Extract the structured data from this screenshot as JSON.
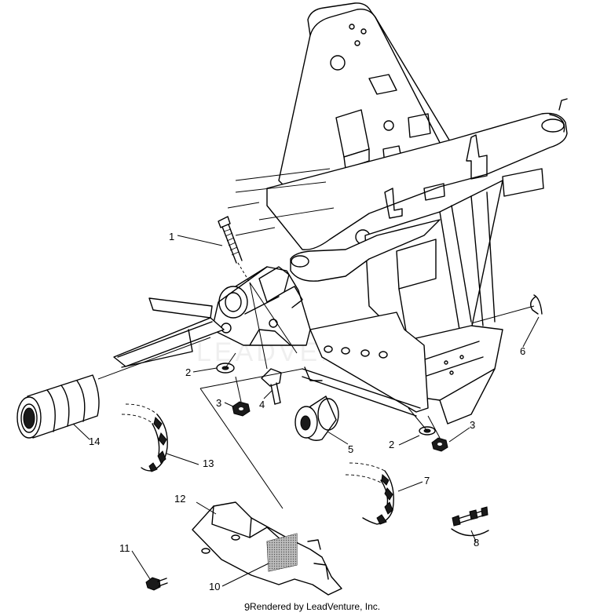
{
  "diagram": {
    "callouts": [
      "1",
      "2",
      "2",
      "3",
      "3",
      "4",
      "5",
      "6",
      "7",
      "8",
      "9",
      "10",
      "11",
      "12",
      "13",
      "14"
    ],
    "watermark": "LEADVENTURE",
    "credit": "Rendered by LeadVenture, Inc."
  }
}
